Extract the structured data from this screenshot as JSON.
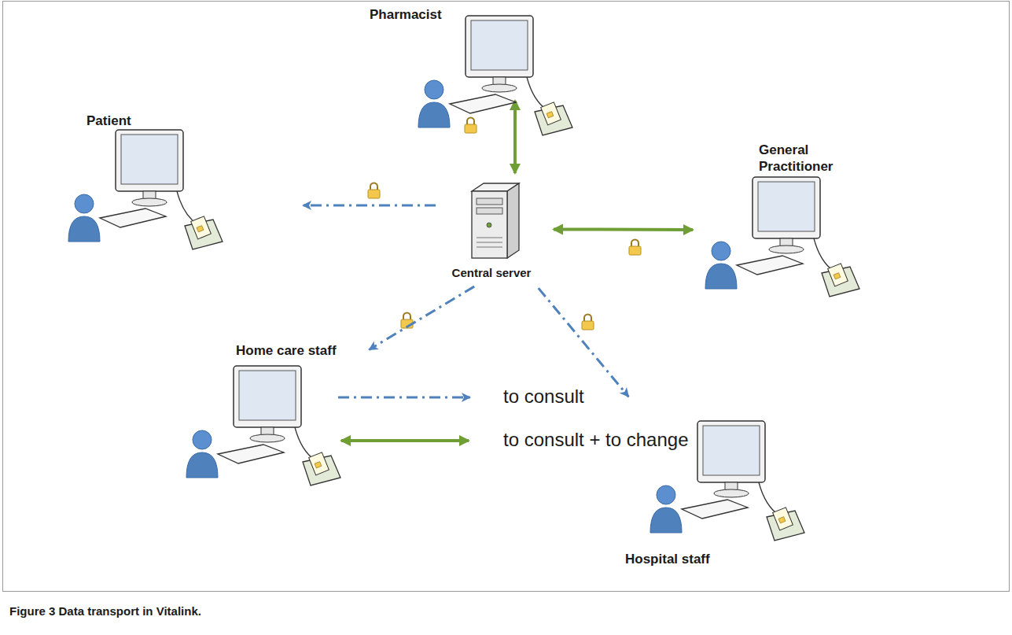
{
  "diagram": {
    "caption": "Figure 3 Data transport in Vitalink.",
    "nodes": [
      {
        "text": [
          "Pharmacist"
        ]
      },
      {
        "text": [
          "General Practitioner"
        ]
      },
      {
        "text": [
          "Patient"
        ]
      },
      {
        "text": [
          "Central server"
        ]
      },
      {
        "text": [
          "Home care staff"
        ]
      },
      {
        "text": [
          "Hospital staff"
        ]
      }
    ],
    "edges": [
      {
        "from": 3,
        "to": 0,
        "arrow": "both"
      },
      {
        "from": 3,
        "to": 1,
        "arrow": "both"
      },
      {
        "from": 3,
        "to": 2,
        "arrow": "to"
      },
      {
        "from": 3,
        "to": 4,
        "arrow": "to"
      },
      {
        "from": 3,
        "to": 5,
        "arrow": "to"
      }
    ],
    "legend": [
      {
        "text": "to consult"
      },
      {
        "text": "to consult + to change"
      }
    ]
  }
}
